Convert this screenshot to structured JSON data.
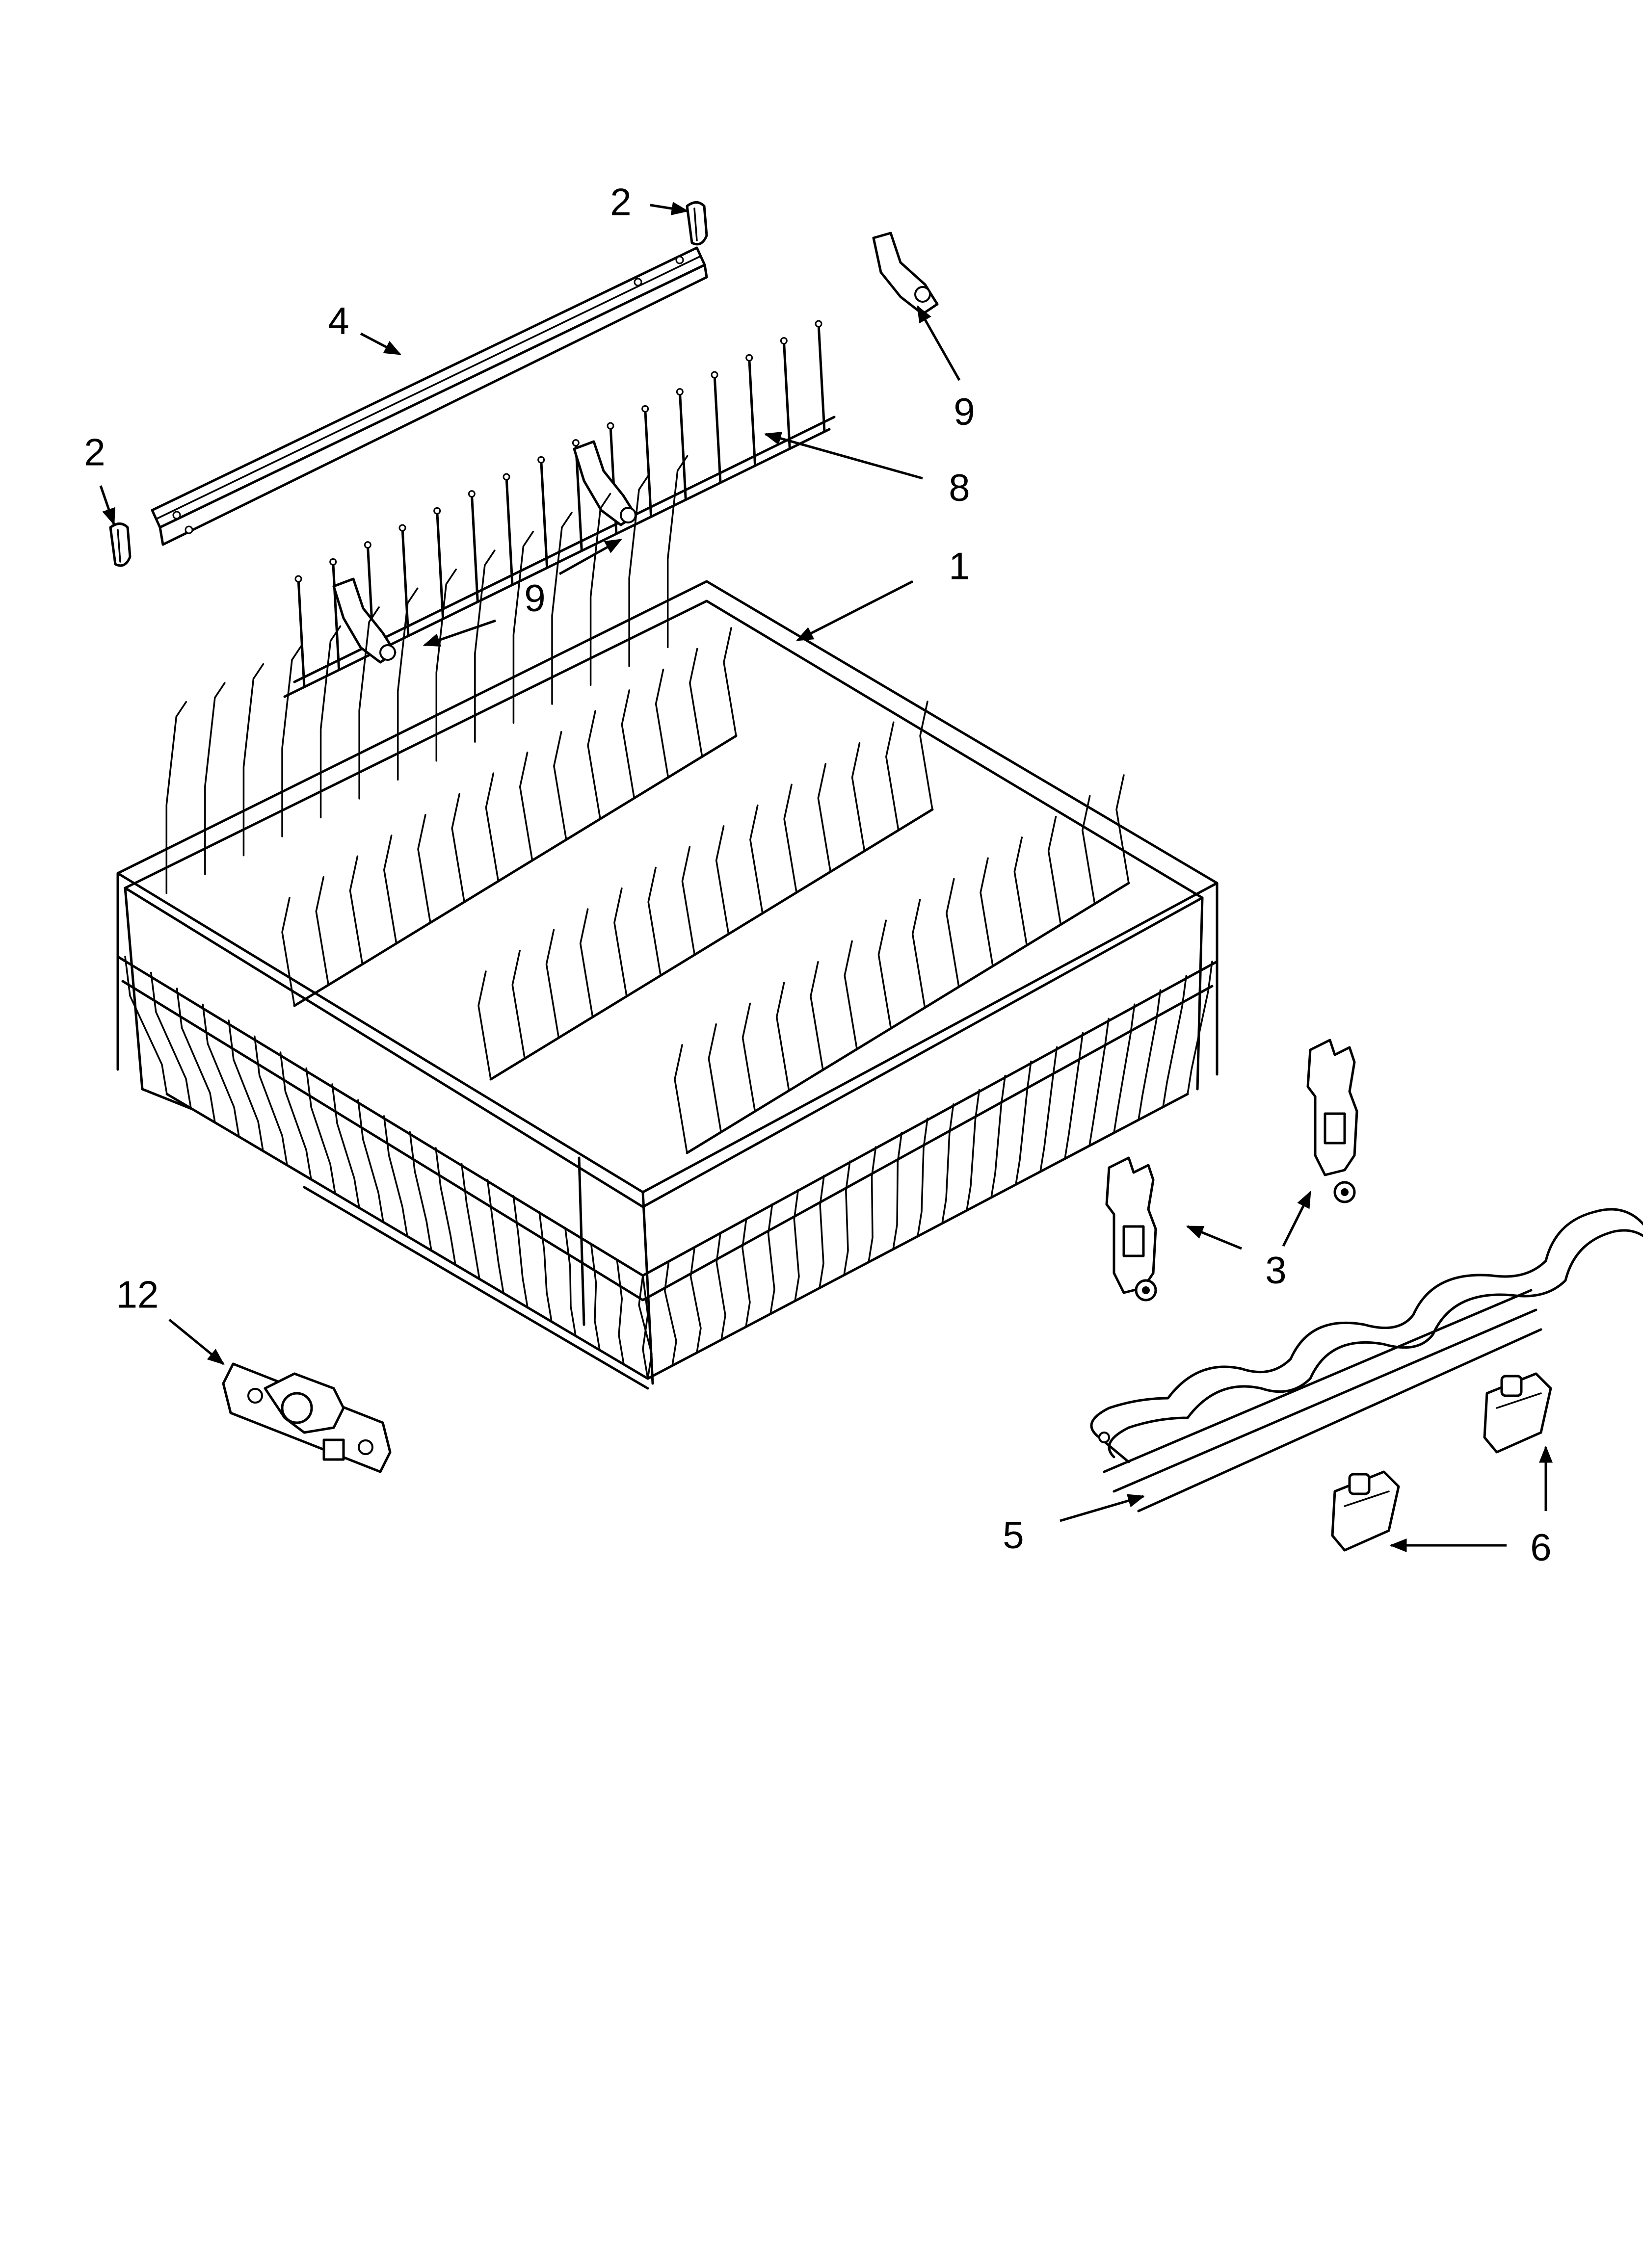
{
  "callouts": [
    {
      "id": "c-2a",
      "label": "2"
    },
    {
      "id": "c-2b",
      "label": "2"
    },
    {
      "id": "c-4",
      "label": "4"
    },
    {
      "id": "c-9a",
      "label": "9"
    },
    {
      "id": "c-8",
      "label": "8"
    },
    {
      "id": "c-9b",
      "label": "9"
    },
    {
      "id": "c-1",
      "label": "1"
    },
    {
      "id": "c-3",
      "label": "3"
    },
    {
      "id": "c-12",
      "label": "12"
    },
    {
      "id": "c-5",
      "label": "5"
    },
    {
      "id": "c-6",
      "label": "6"
    }
  ]
}
